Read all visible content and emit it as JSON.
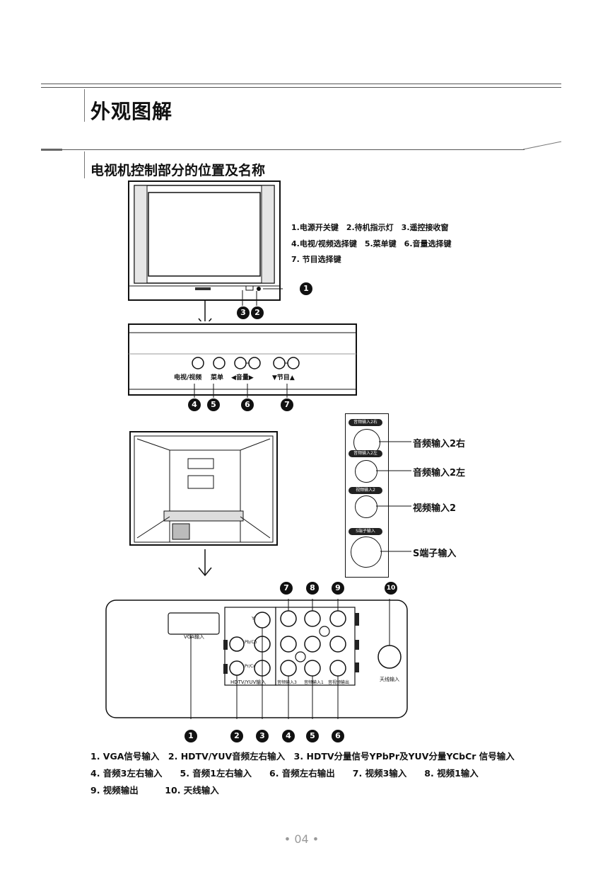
{
  "header": {
    "title": "外观图解",
    "subtitle": "电视机控制部分的位置及名称"
  },
  "front_legend": {
    "line1": "1.电源开关键　2.待机指示灯　3.遥控接收窗",
    "line2": "4.电视/视频选择键　5.菜单键　6.音量选择键",
    "line3": "7. 节目选择键"
  },
  "front_badges": [
    "1",
    "3",
    "2"
  ],
  "panel": {
    "labels": [
      "电视/视频",
      "菜单",
      "◀音量▶",
      "▼节目▲"
    ],
    "badges": [
      "4",
      "5",
      "6",
      "7"
    ]
  },
  "side_panel": {
    "tags": [
      "音频输入2右",
      "音频输入2左",
      "视频输入2",
      "S端子输入"
    ],
    "labels": [
      "音频输入2右",
      "音频输入2左",
      "视频输入2",
      "S端子输入"
    ]
  },
  "rear_panel": {
    "vga_label": "VGA输入",
    "hdtv_label": "HDTV/YUV输入",
    "antenna_label": "天线输入",
    "y_label": "Y",
    "pb_label": "Pb/Cb",
    "pr_label": "Pr/Cr",
    "group_labels": [
      "音频输入3",
      "音频输入1",
      "音视频输出"
    ],
    "top_badges": [
      "7",
      "8",
      "9",
      "10"
    ],
    "bottom_badges": [
      "1",
      "2",
      "3",
      "4",
      "5",
      "6"
    ]
  },
  "captions": {
    "row1": "1. VGA信号输入　2. HDTV/YUV音频左右输入　3. HDTV分量信号YPbPr及YUV分量YCbCr 信号输入",
    "row2": "4. 音频3左右输入　　5. 音频1左右输入　　6. 音频左右输出　　7. 视频3输入　　8. 视频1输入",
    "row3": "9. 视频输出　　　10. 天线输入"
  },
  "footer": {
    "page_number": "• 04 •"
  }
}
